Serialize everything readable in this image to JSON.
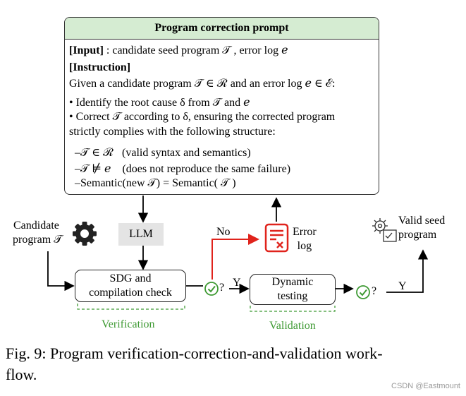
{
  "prompt": {
    "title": "Program correction prompt",
    "input_label": "[Input]",
    "input_text": " : candidate seed program 𝒯 , error log 𝑒",
    "instruction_label": "[Instruction]",
    "instruction_text": "Given a candidate program 𝒯  ∈ ℛ and an error log 𝑒 ∈ ℰ:",
    "bullet1": "• Identify the root cause δ from 𝒯 and 𝑒",
    "bullet2": "• Correct 𝒯 according to δ, ensuring the corrected program",
    "bullet2b": "strictly complies with the following structure:",
    "rule1": "–𝒯 ∈ ℛ   (valid syntax and semantics)",
    "rule2": "–𝒯 ⊭ 𝑒    (does not reproduce the same failure)",
    "rule3": "–Semantic(new 𝒯) = Semantic( 𝒯 )"
  },
  "flow": {
    "candidate_line1": "Candidate",
    "candidate_line2": "program 𝒯",
    "llm": "LLM",
    "sdg_line1": "SDG and",
    "sdg_line2": "compilation check",
    "verification": "Verification",
    "check1_q": "?",
    "yes1": "Y",
    "no": "No",
    "error_log_line1": "Error",
    "error_log_line2": "log",
    "dynamic_line1": "Dynamic",
    "dynamic_line2": "testing",
    "validation": "Validation",
    "check2_q": "?",
    "yes2": "Y",
    "valid_seed_line1": "Valid seed",
    "valid_seed_line2": "program"
  },
  "caption": {
    "line1": "Fig. 9: Program verification-correction-and-validation work-",
    "line2": "flow."
  },
  "watermark": "CSDN @Eastmount",
  "colors": {
    "header_green": "#d5ecd2",
    "accent_green": "#3f9a34",
    "error_red": "#e0231c",
    "llm_gray": "#e4e4e4"
  },
  "icons": [
    "gear-icon",
    "error-log-icon",
    "check-circle-icon",
    "valid-seed-icon"
  ]
}
